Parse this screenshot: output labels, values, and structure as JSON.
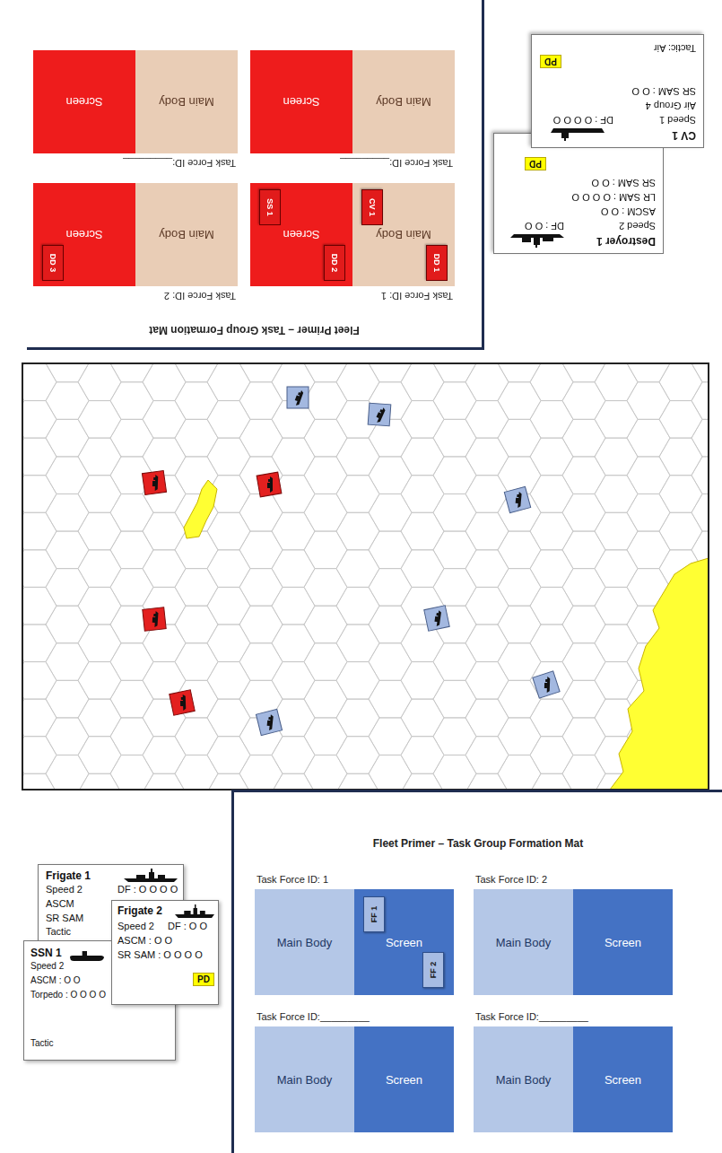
{
  "diagram": {
    "nodes": [
      {
        "text": [
          "Fleet Primer – Task Group Formation Mat"
        ]
      },
      {
        "text": [
          "Task Force ID: 1"
        ],
        "in": 0
      },
      {
        "text": [
          "Main Body"
        ],
        "in": 1
      },
      {
        "text": [
          "DD 1"
        ],
        "in": 2
      },
      {
        "text": [
          "CV 1"
        ],
        "in": 2
      },
      {
        "text": [
          "Screen"
        ],
        "in": 1
      },
      {
        "text": [
          "DD 2"
        ],
        "in": 5
      },
      {
        "text": [
          "SS 1"
        ],
        "in": 5
      },
      {
        "text": [
          "Task Force ID: 2"
        ],
        "in": 0
      },
      {
        "text": [
          "Main Body"
        ],
        "in": 8
      },
      {
        "text": [
          "Screen"
        ],
        "in": 8
      },
      {
        "text": [
          "DD 3"
        ],
        "in": 10
      },
      {
        "text": [
          "Task Force ID:_________"
        ],
        "in": 0
      },
      {
        "text": [
          "Main Body"
        ],
        "in": 12
      },
      {
        "text": [
          "Screen"
        ],
        "in": 12
      },
      {
        "text": [
          "Task Force ID:_________"
        ],
        "in": 0
      },
      {
        "text": [
          "Main Body"
        ],
        "in": 15
      },
      {
        "text": [
          "Screen"
        ],
        "in": 15
      },
      {
        "text": [
          "Fleet Primer – Task Group Formation Mat"
        ]
      },
      {
        "text": [
          "Task Force ID: 1"
        ],
        "in": 18
      },
      {
        "text": [
          "Main Body"
        ],
        "in": 19
      },
      {
        "text": [
          "Screen"
        ],
        "in": 19
      },
      {
        "text": [
          "FF 1"
        ],
        "in": 21
      },
      {
        "text": [
          "FF 2"
        ],
        "in": 21
      },
      {
        "text": [
          "Task Force ID: 2"
        ],
        "in": 18
      },
      {
        "text": [
          "Main Body"
        ],
        "in": 24
      },
      {
        "text": [
          "Screen"
        ],
        "in": 24
      },
      {
        "text": [
          "Task Force ID:_________"
        ],
        "in": 18
      },
      {
        "text": [
          "Main Body"
        ],
        "in": 27
      },
      {
        "text": [
          "Screen"
        ],
        "in": 27
      },
      {
        "text": [
          "Task Force ID:_________"
        ],
        "in": 18
      },
      {
        "text": [
          "Main Body"
        ],
        "in": 30
      },
      {
        "text": [
          "Screen"
        ],
        "in": 30
      },
      {
        "text": [
          "CV 1",
          "Speed 1",
          "DF : O O O O",
          "Air Group 4",
          "SR SAM : O O",
          "Tactic: Air"
        ]
      },
      {
        "text": [
          "PD"
        ],
        "in": 33
      },
      {
        "text": [
          "Destroyer 1",
          "Speed 2",
          "DF : O O",
          "ASCM : O O",
          "LR SAM : O O O O",
          "SR SAM : O O"
        ]
      },
      {
        "text": [
          "PD"
        ],
        "in": 35
      },
      {
        "text": [
          "Frigate 1",
          "Speed 2",
          "DF : O O O O",
          "ASCM",
          "SR SAM",
          "Tactic"
        ]
      },
      {
        "text": [
          "Frigate 2",
          "Speed 2",
          "DF : O O",
          "ASCM : O O",
          "SR SAM : O O O O"
        ]
      },
      {
        "text": [
          "PD"
        ],
        "in": 38
      },
      {
        "text": [
          "SSN 1",
          "Speed 2",
          "ASCM : O O",
          "Torpedo : O O O O",
          "Tactic"
        ]
      }
    ]
  }
}
